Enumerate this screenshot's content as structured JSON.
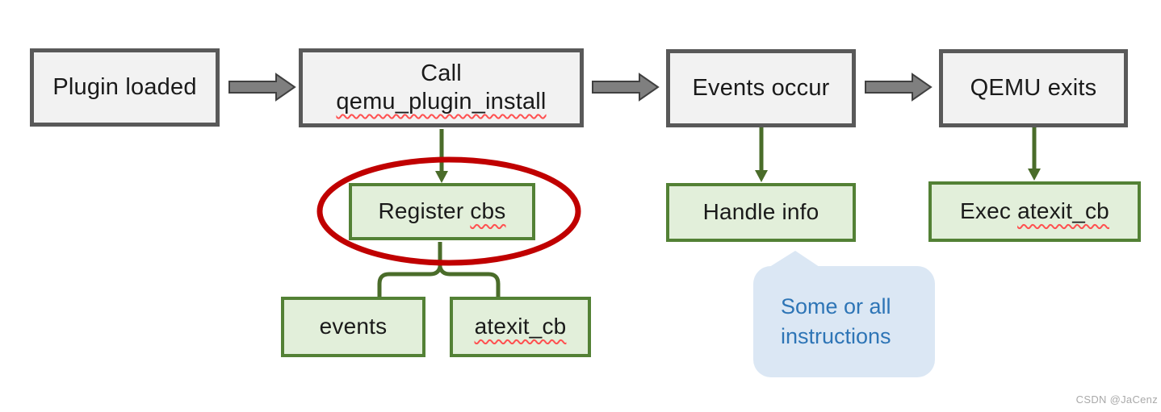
{
  "diagram": {
    "boxes": {
      "plugin_loaded": {
        "label": "Plugin loaded"
      },
      "call_install": {
        "line1": "Call",
        "line2": "qemu_plugin_install"
      },
      "events_occur": {
        "label": "Events occur"
      },
      "qemu_exits": {
        "label": "QEMU exits"
      },
      "register_cbs": {
        "prefix": "Register ",
        "misspelled": "cbs"
      },
      "handle_info": {
        "label": "Handle info"
      },
      "exec_atexit": {
        "prefix": "Exec ",
        "misspelled": "atexit_cb"
      },
      "events": {
        "label": "events"
      },
      "atexit_cb": {
        "label": "atexit_cb"
      }
    },
    "callout": {
      "line1": "Some or all",
      "line2": "instructions"
    },
    "watermark": "CSDN @JaCenz",
    "colors": {
      "gray_box_fill": "#f2f2f2",
      "gray_box_border": "#595959",
      "gray_arrow_fill": "#7f7f7f",
      "gray_arrow_outline": "#404040",
      "green_box_fill": "#e2efda",
      "green_box_border": "#538135",
      "green_connector": "#4a6c2a",
      "red_highlight_ellipse": "#c00000",
      "spellcheck_squiggle": "#ff5050",
      "callout_fill": "#dbe7f4",
      "callout_text": "#2e75b6",
      "watermark_text": "#a9a9a9"
    }
  }
}
